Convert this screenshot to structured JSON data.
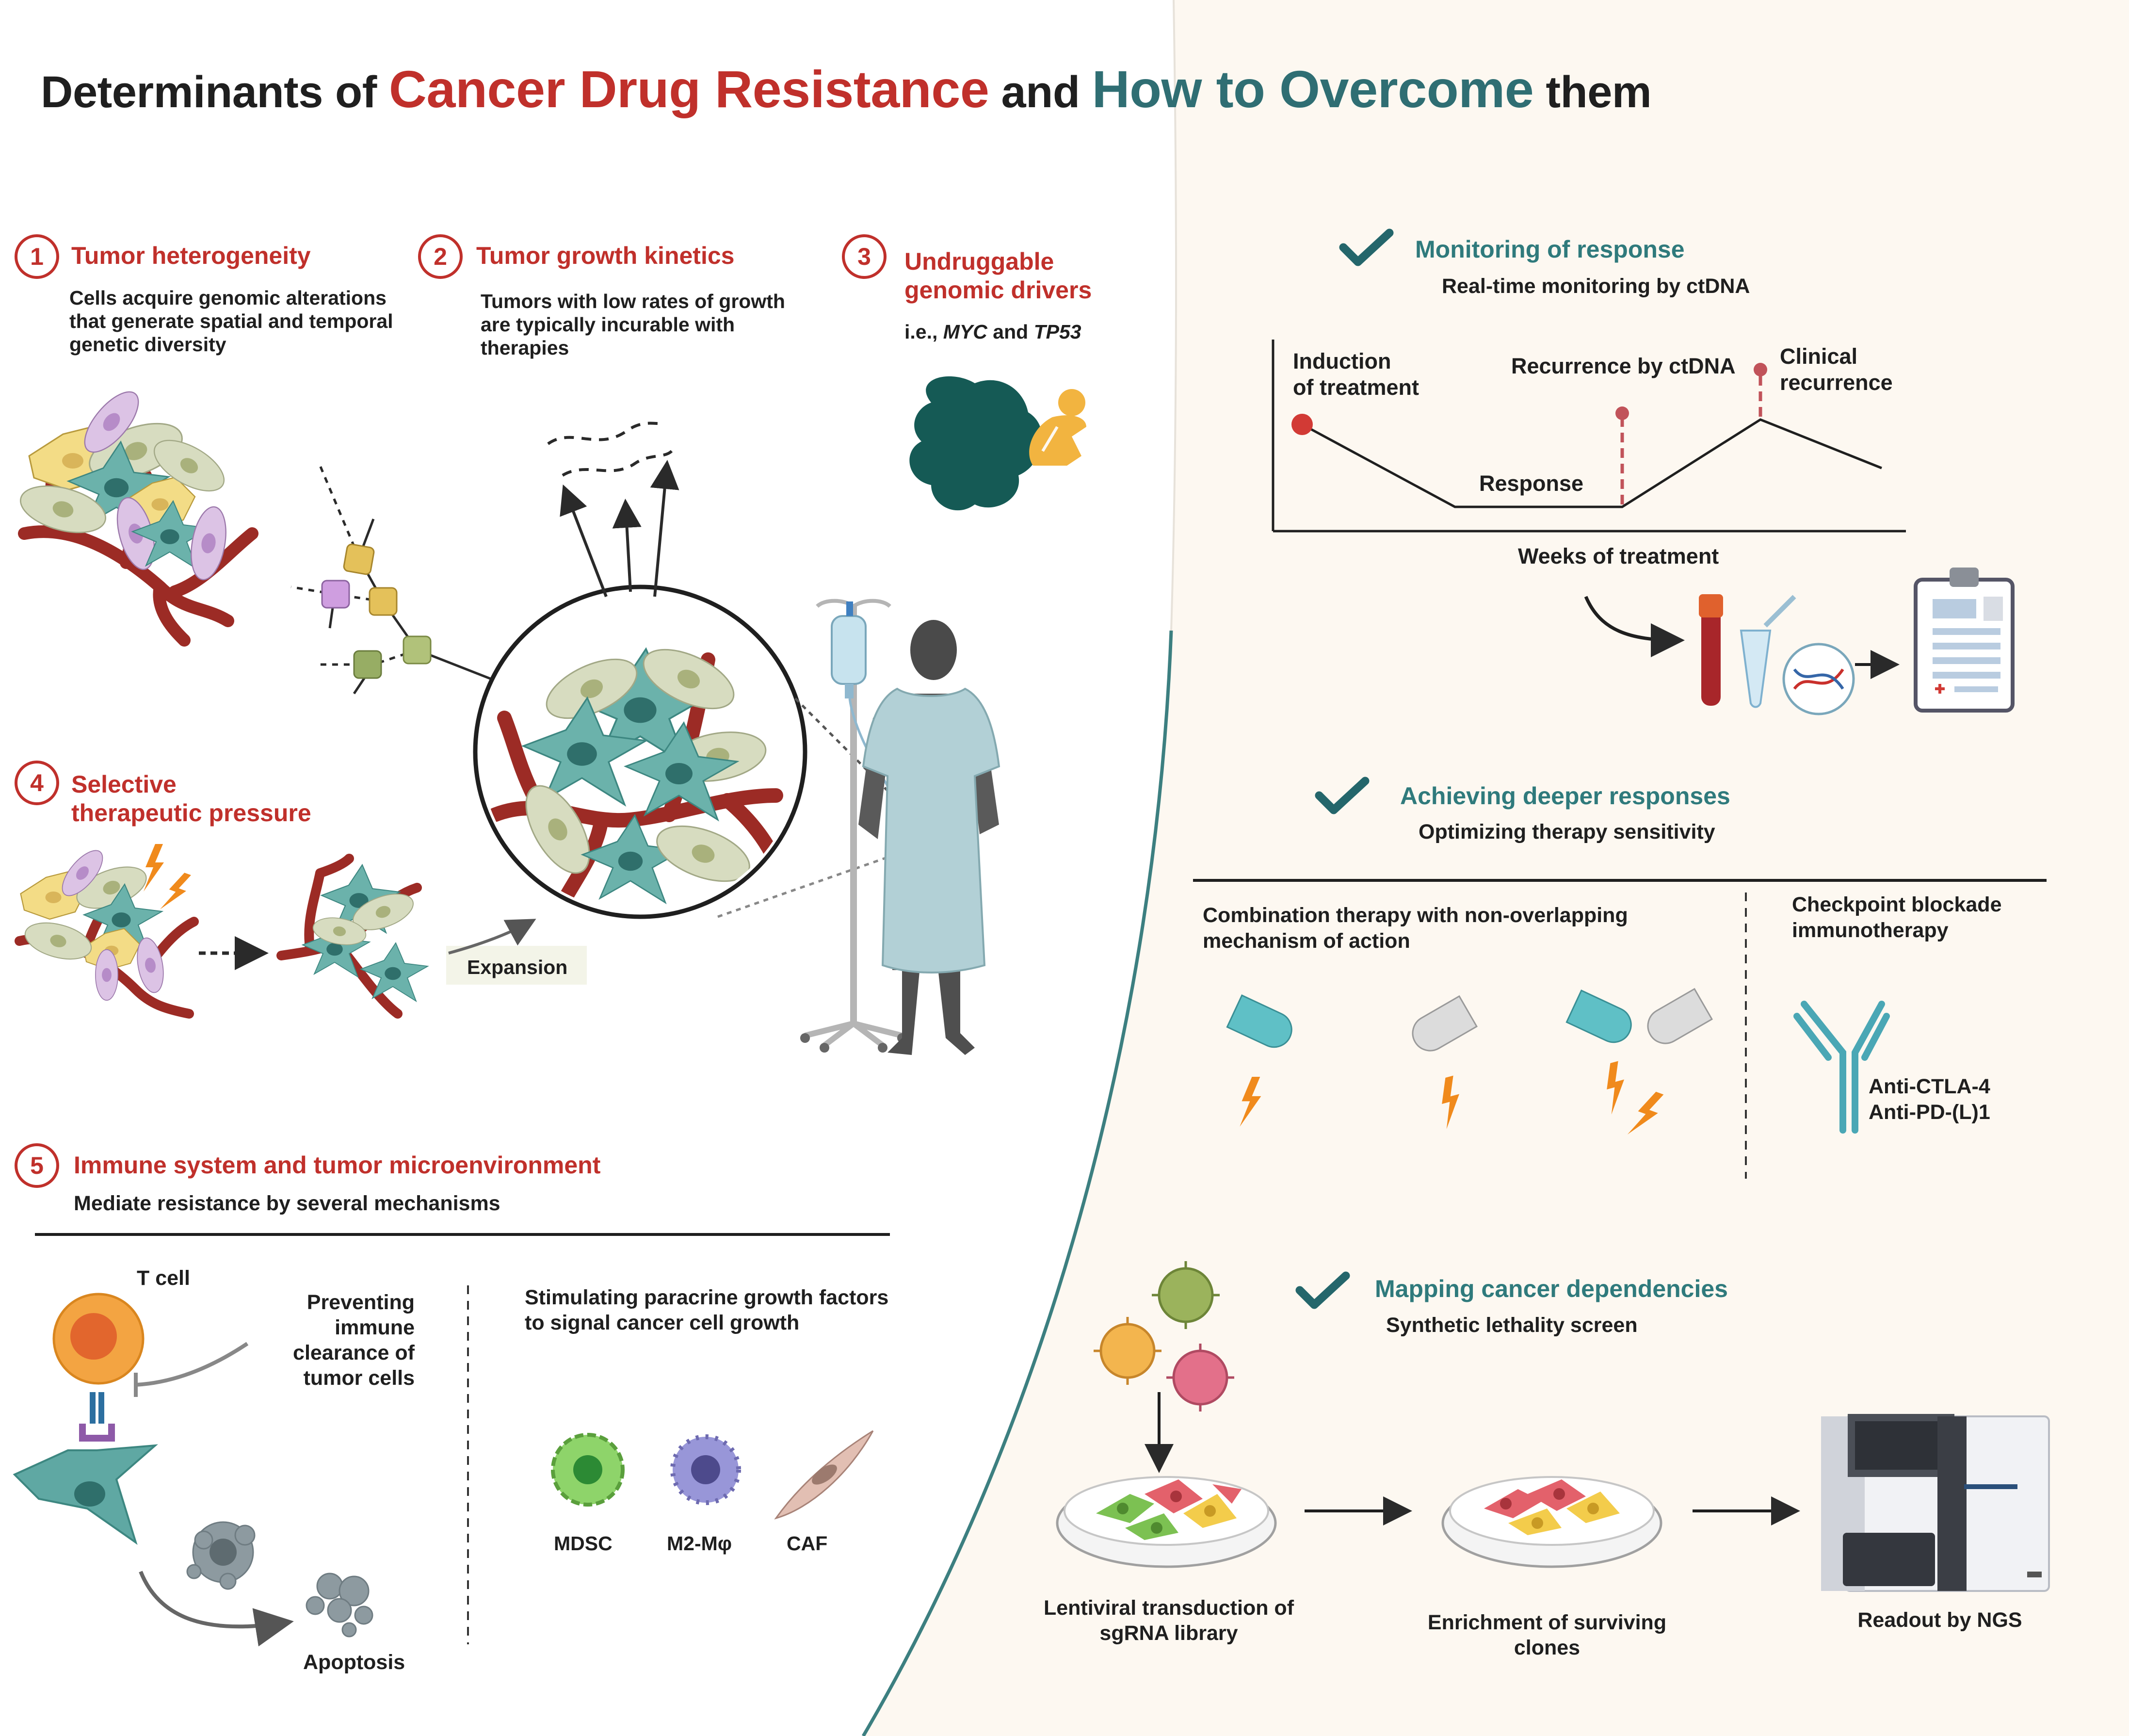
{
  "title": {
    "part1": "Determinants of ",
    "part2": "Cancer Drug Resistance",
    "part3": " and ",
    "part4": "How to Overcome",
    "part5": " them"
  },
  "colors": {
    "red_accent": "#c0302b",
    "teal_accent": "#2f7a7c",
    "cream_panel": "#fdf8f1",
    "tumor_teal": "#5fa8a3",
    "vessel_red": "#9c2b25",
    "lightning_orange": "#f08a1c"
  },
  "determinants": [
    {
      "number": "1",
      "heading": "Tumor heterogeneity",
      "text_lines": [
        "Cells acquire genomic alterations",
        "that generate spatial and temporal",
        "genetic diversity"
      ]
    },
    {
      "number": "2",
      "heading": "Tumor growth kinetics",
      "text_lines": [
        "Tumors with low rates of growth",
        "are typically incurable with",
        "therapies"
      ]
    },
    {
      "number": "3",
      "heading_lines": [
        "Undruggable",
        "genomic drivers"
      ],
      "example_prefix": "i.e., ",
      "gene1": "MYC",
      "connector": " and ",
      "gene2": "TP53"
    },
    {
      "number": "4",
      "heading_lines": [
        "Selective",
        "therapeutic pressure"
      ],
      "expansion_label": "Expansion"
    },
    {
      "number": "5",
      "heading": "Immune system and tumor microenvironment",
      "subtitle": "Mediate resistance by several mechanisms",
      "t_cell_label": "T cell",
      "preventing_lines": [
        "Preventing",
        "immune",
        "clearance of",
        "tumor cells"
      ],
      "apoptosis_label": "Apoptosis",
      "paracrine_lines": [
        "Stimulating paracrine growth factors",
        "to signal cancer cell growth"
      ],
      "cells": [
        "MDSC",
        "M2-Mφ",
        "CAF"
      ]
    }
  ],
  "overcome": {
    "monitoring": {
      "heading": "Monitoring of response",
      "subtitle": "Real-time monitoring by ctDNA",
      "graph_labels": {
        "induction": [
          "Induction",
          "of treatment"
        ],
        "recurrence_ctdna": "Recurrence by ctDNA",
        "clinical": [
          "Clinical",
          "recurrence"
        ],
        "response": "Response",
        "x_axis": "Weeks of treatment"
      }
    },
    "deeper": {
      "heading": "Achieving deeper responses",
      "subtitle": "Optimizing therapy sensitivity",
      "combination_lines": [
        "Combination therapy with non-overlapping",
        "mechanism of action"
      ],
      "checkpoint_lines": [
        "Checkpoint blockade",
        "immunotherapy"
      ],
      "antibodies": [
        "Anti-CTLA-4",
        "Anti-PD-(L)1"
      ]
    },
    "mapping": {
      "heading": "Mapping cancer dependencies",
      "subtitle": "Synthetic lethality screen",
      "steps": [
        {
          "lines": [
            "Lentiviral transduction of",
            "sgRNA library"
          ]
        },
        {
          "lines": [
            "Enrichment of surviving",
            "clones"
          ]
        },
        {
          "lines": [
            "Readout by NGS"
          ]
        }
      ]
    }
  }
}
